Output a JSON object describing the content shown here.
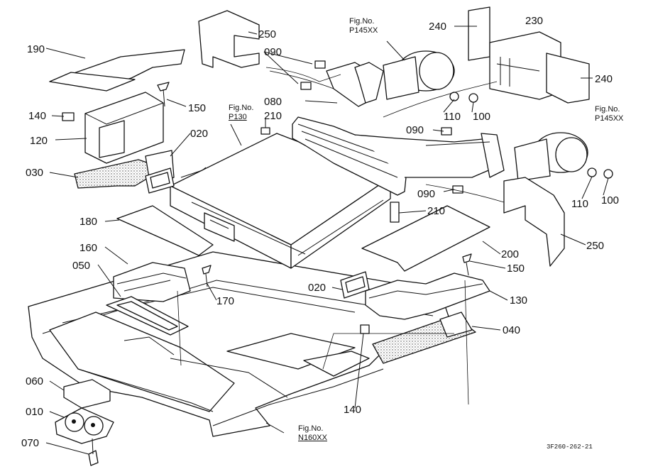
{
  "part_labels": {
    "p250_top": "250",
    "p190": "190",
    "p150_left": "150",
    "p140_left": "140",
    "p120": "120",
    "p020_left": "020",
    "p030": "030",
    "p090_top": "090",
    "p080": "080",
    "p210_top": "210",
    "p240_top": "240",
    "p230": "230",
    "p240_right": "240",
    "p110_top": "110",
    "p100_top": "100",
    "p090_mid": "090",
    "p090_low": "090",
    "p110_right": "110",
    "p100_right": "100",
    "p250_right": "250",
    "p210_mid": "210",
    "p180": "180",
    "p160": "160",
    "p050": "050",
    "p170": "170",
    "p020_mid": "020",
    "p200": "200",
    "p150_right": "150",
    "p130": "130",
    "p040": "040",
    "p140_bottom": "140",
    "p060": "060",
    "p010": "010",
    "p070": "070"
  },
  "figure_refs": {
    "top_center": {
      "title": "Fig.No.",
      "number": "P145XX"
    },
    "top_right": {
      "title": "Fig.No.",
      "number": "P145XX"
    },
    "center_left": {
      "title": "Fig.No.",
      "number": "P130"
    },
    "bottom": {
      "title": "Fig.No.",
      "number": "N160XX"
    }
  },
  "drawing_code": "3F260-262-21"
}
